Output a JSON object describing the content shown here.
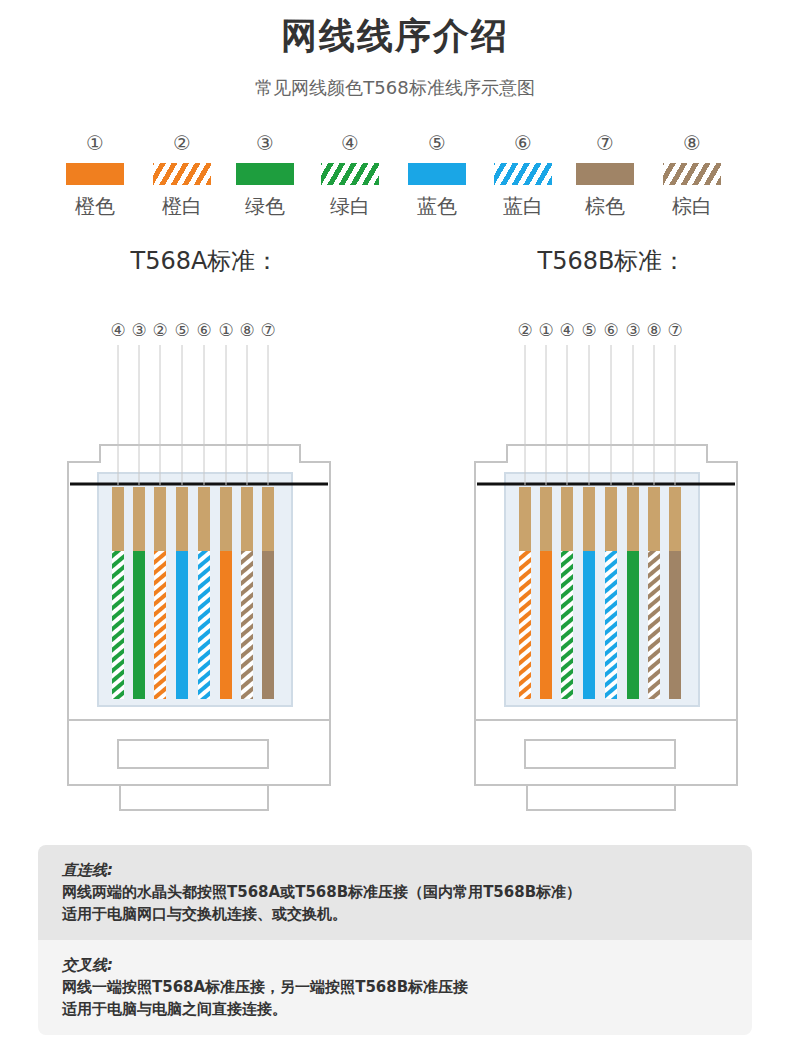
{
  "diagram": {
    "title": "网线线序介绍",
    "caption": "常见网线颜色T568标准线序示意图",
    "nodes": [
      {
        "text": [
          "直连线:",
          "网线两端的水晶头都按照T568A或T568B标准压接（国内常用T568B标准）",
          "适用于电脑网口与交换机连接、或交换机。"
        ]
      },
      {
        "text": [
          "交叉线:",
          "网线一端按照T568A标准压接，另一端按照T568B标准压接",
          "适用于电脑与电脑之间直接连接。"
        ]
      }
    ],
    "edges": [],
    "labels": [
      "①",
      "②",
      "③",
      "④",
      "⑤",
      "⑥",
      "⑦",
      "⑧",
      "T568A标准：",
      "T568B标准：",
      "④",
      "③",
      "②",
      "⑤",
      "⑥",
      "①",
      "⑧",
      "⑦",
      "②",
      "①",
      "④",
      "⑤",
      "⑥",
      "③",
      "⑧",
      "⑦"
    ],
    "legend": [
      {
        "text": "橙色",
        "color": "#f07f1f"
      },
      {
        "text": "橙白"
      },
      {
        "text": "绿色",
        "color": "#1e9e3e"
      },
      {
        "text": "绿白"
      },
      {
        "text": "蓝色",
        "color": "#1aa6e6"
      },
      {
        "text": "蓝白"
      },
      {
        "text": "棕色",
        "color": "#a08466"
      },
      {
        "text": "棕白"
      }
    ]
  }
}
